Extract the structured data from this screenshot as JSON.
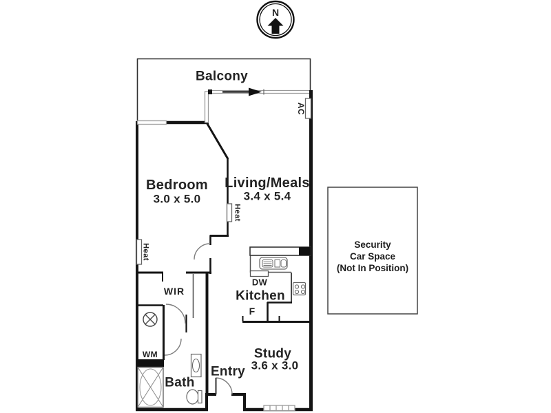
{
  "compass": {
    "north_label": "N"
  },
  "labels": {
    "balcony": "Balcony",
    "bedroom_name": "Bedroom",
    "bedroom_dims": "3.0 x 5.0",
    "living_name": "Living/Meals",
    "living_dims": "3.4 x 5.4",
    "kitchen": "Kitchen",
    "study_name": "Study",
    "study_dims": "3.6 x 3.0",
    "bath": "Bath",
    "entry": "Entry",
    "wir": "WIR",
    "dishwasher": "DW",
    "fridge": "F",
    "washing_machine": "WM",
    "ac": "AC",
    "heat_left": "Heat",
    "heat_mid": "Heat"
  },
  "carspace": {
    "line1": "Security",
    "line2": "Car Space",
    "line3": "(Not In Position)"
  },
  "symbols": [
    "north-compass",
    "sliding-door-arrow",
    "door-swing-arc",
    "window",
    "kitchen-island",
    "kitchen-sink",
    "dishwasher",
    "cooktop",
    "shower",
    "washing-machine-bench",
    "exhaust-fan",
    "vanity-basin",
    "toilet",
    "heater-unit",
    "ac-unit",
    "car-space-outline"
  ],
  "colors": {
    "wall": "#141414",
    "line_medium": "#555555",
    "line_light": "#8f8f8f",
    "text": "#232323",
    "background": "#ffffff"
  }
}
